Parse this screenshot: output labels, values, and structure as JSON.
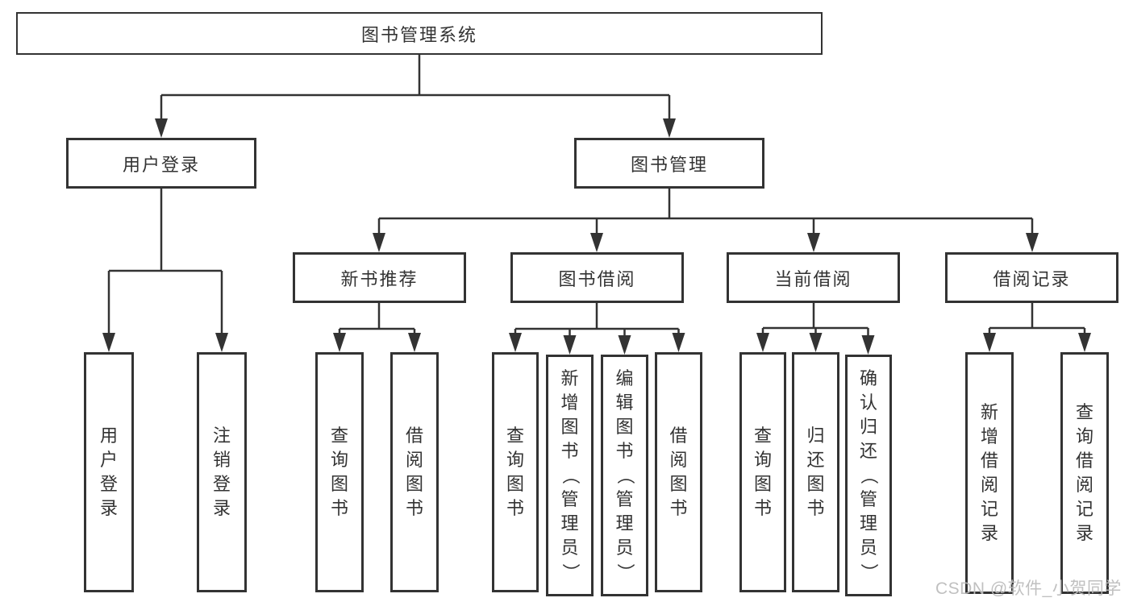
{
  "diagram": {
    "root": {
      "label": "图书管理系统"
    },
    "level2": [
      {
        "label": "用户登录",
        "leaves": [
          "用户登录",
          "注销登录"
        ]
      },
      {
        "label": "图书管理"
      }
    ],
    "level3": [
      {
        "label": "新书推荐",
        "leaves": [
          "查询图书",
          "借阅图书"
        ]
      },
      {
        "label": "图书借阅",
        "leaves": [
          "查询图书",
          "新增图书（管理员）",
          "编辑图书（管理员）",
          "借阅图书"
        ]
      },
      {
        "label": "当前借阅",
        "leaves": [
          "查询图书",
          "归还图书",
          "确认归还（管理员）"
        ]
      },
      {
        "label": "借阅记录",
        "leaves": [
          "新增借阅记录",
          "查询借阅记录"
        ]
      }
    ]
  },
  "watermark": {
    "text": "CSDN @软件_小贺同学"
  },
  "colors": {
    "line": "#333333",
    "text": "#333333",
    "watermark": "#bdbdbd",
    "background": "#ffffff"
  }
}
